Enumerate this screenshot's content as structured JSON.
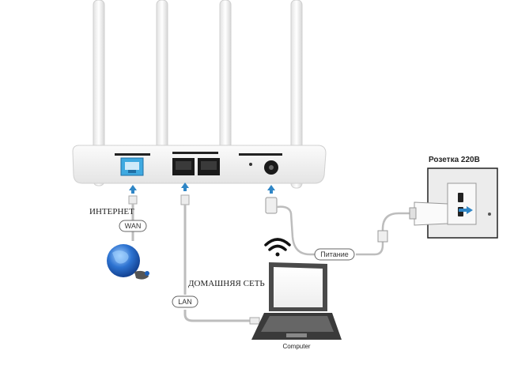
{
  "labels": {
    "internet": "ИНТЕРНЕТ",
    "wan": "WAN",
    "home_network": "ДОМАШНЯЯ СЕТЬ",
    "lan": "LAN",
    "power": "Питание",
    "outlet": "Розетка 220В",
    "computer": "Computer"
  },
  "colors": {
    "router_body": "#f4f4f4",
    "wan_port": "#3fa9e0",
    "arrow": "#2f86c6",
    "cable": "#b9b9b9",
    "globe": "#1d5fb8"
  },
  "icons": [
    "antenna-icon",
    "wifi-icon",
    "globe-icon",
    "laptop-icon",
    "power-plug-icon",
    "wall-outlet-icon",
    "ethernet-port-icon"
  ]
}
